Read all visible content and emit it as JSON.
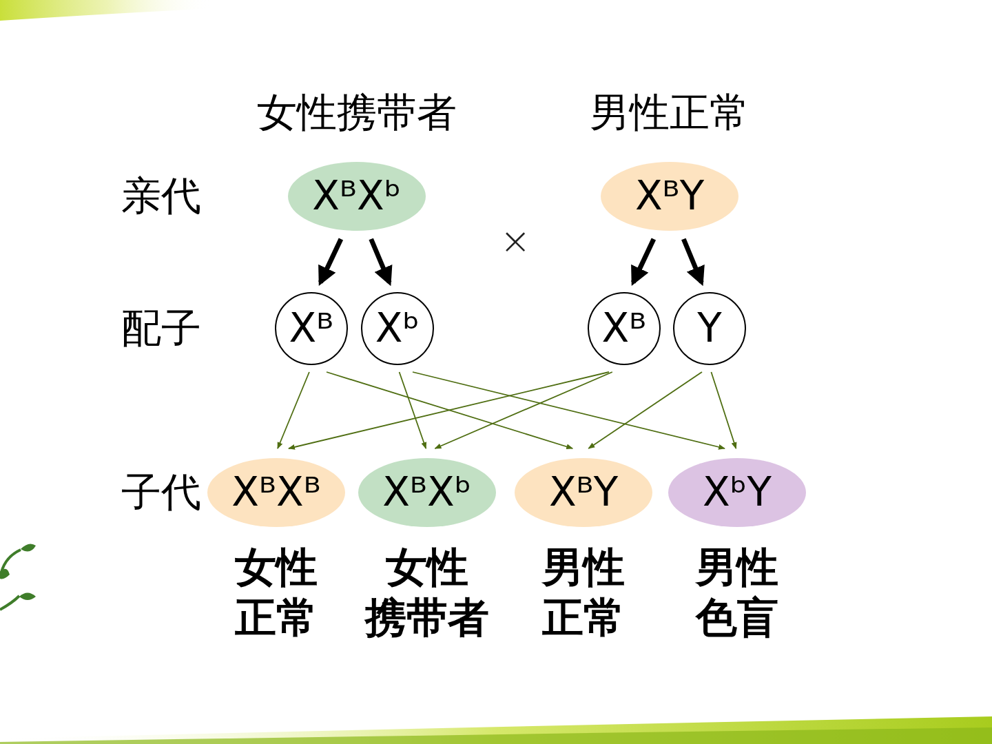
{
  "diagram": {
    "nodes": [
      {
        "text": [
          "女性携带者",
          "XᴮXᵇ"
        ]
      },
      {
        "text": [
          "男性正常",
          "XᴮY"
        ]
      },
      {
        "text": [
          "Xᴮ"
        ]
      },
      {
        "text": [
          "Xᵇ"
        ]
      },
      {
        "text": [
          "Xᴮ"
        ]
      },
      {
        "text": [
          "Y"
        ]
      },
      {
        "text": [
          "XᴮXᴮ",
          "女性 正常"
        ]
      },
      {
        "text": [
          "XᴮXᵇ",
          "女性 携带者"
        ]
      },
      {
        "text": [
          "XᴮY",
          "男性 正常"
        ]
      },
      {
        "text": [
          "XᵇY",
          "男性 色盲"
        ]
      }
    ],
    "edges": [
      {
        "from": 0,
        "to": 2,
        "arrow": "to"
      },
      {
        "from": 0,
        "to": 3,
        "arrow": "to"
      },
      {
        "from": 1,
        "to": 4,
        "arrow": "to"
      },
      {
        "from": 1,
        "to": 5,
        "arrow": "to"
      },
      {
        "from": 2,
        "to": 6,
        "arrow": "to"
      },
      {
        "from": 2,
        "to": 8,
        "arrow": "to"
      },
      {
        "from": 3,
        "to": 7,
        "arrow": "to"
      },
      {
        "from": 3,
        "to": 9,
        "arrow": "to"
      },
      {
        "from": 4,
        "to": 6,
        "arrow": "to"
      },
      {
        "from": 4,
        "to": 7,
        "arrow": "to"
      },
      {
        "from": 5,
        "to": 8,
        "arrow": "to"
      },
      {
        "from": 5,
        "to": 9,
        "arrow": "to"
      }
    ],
    "labels": [
      "亲代",
      "×",
      "配子",
      "子代"
    ]
  }
}
